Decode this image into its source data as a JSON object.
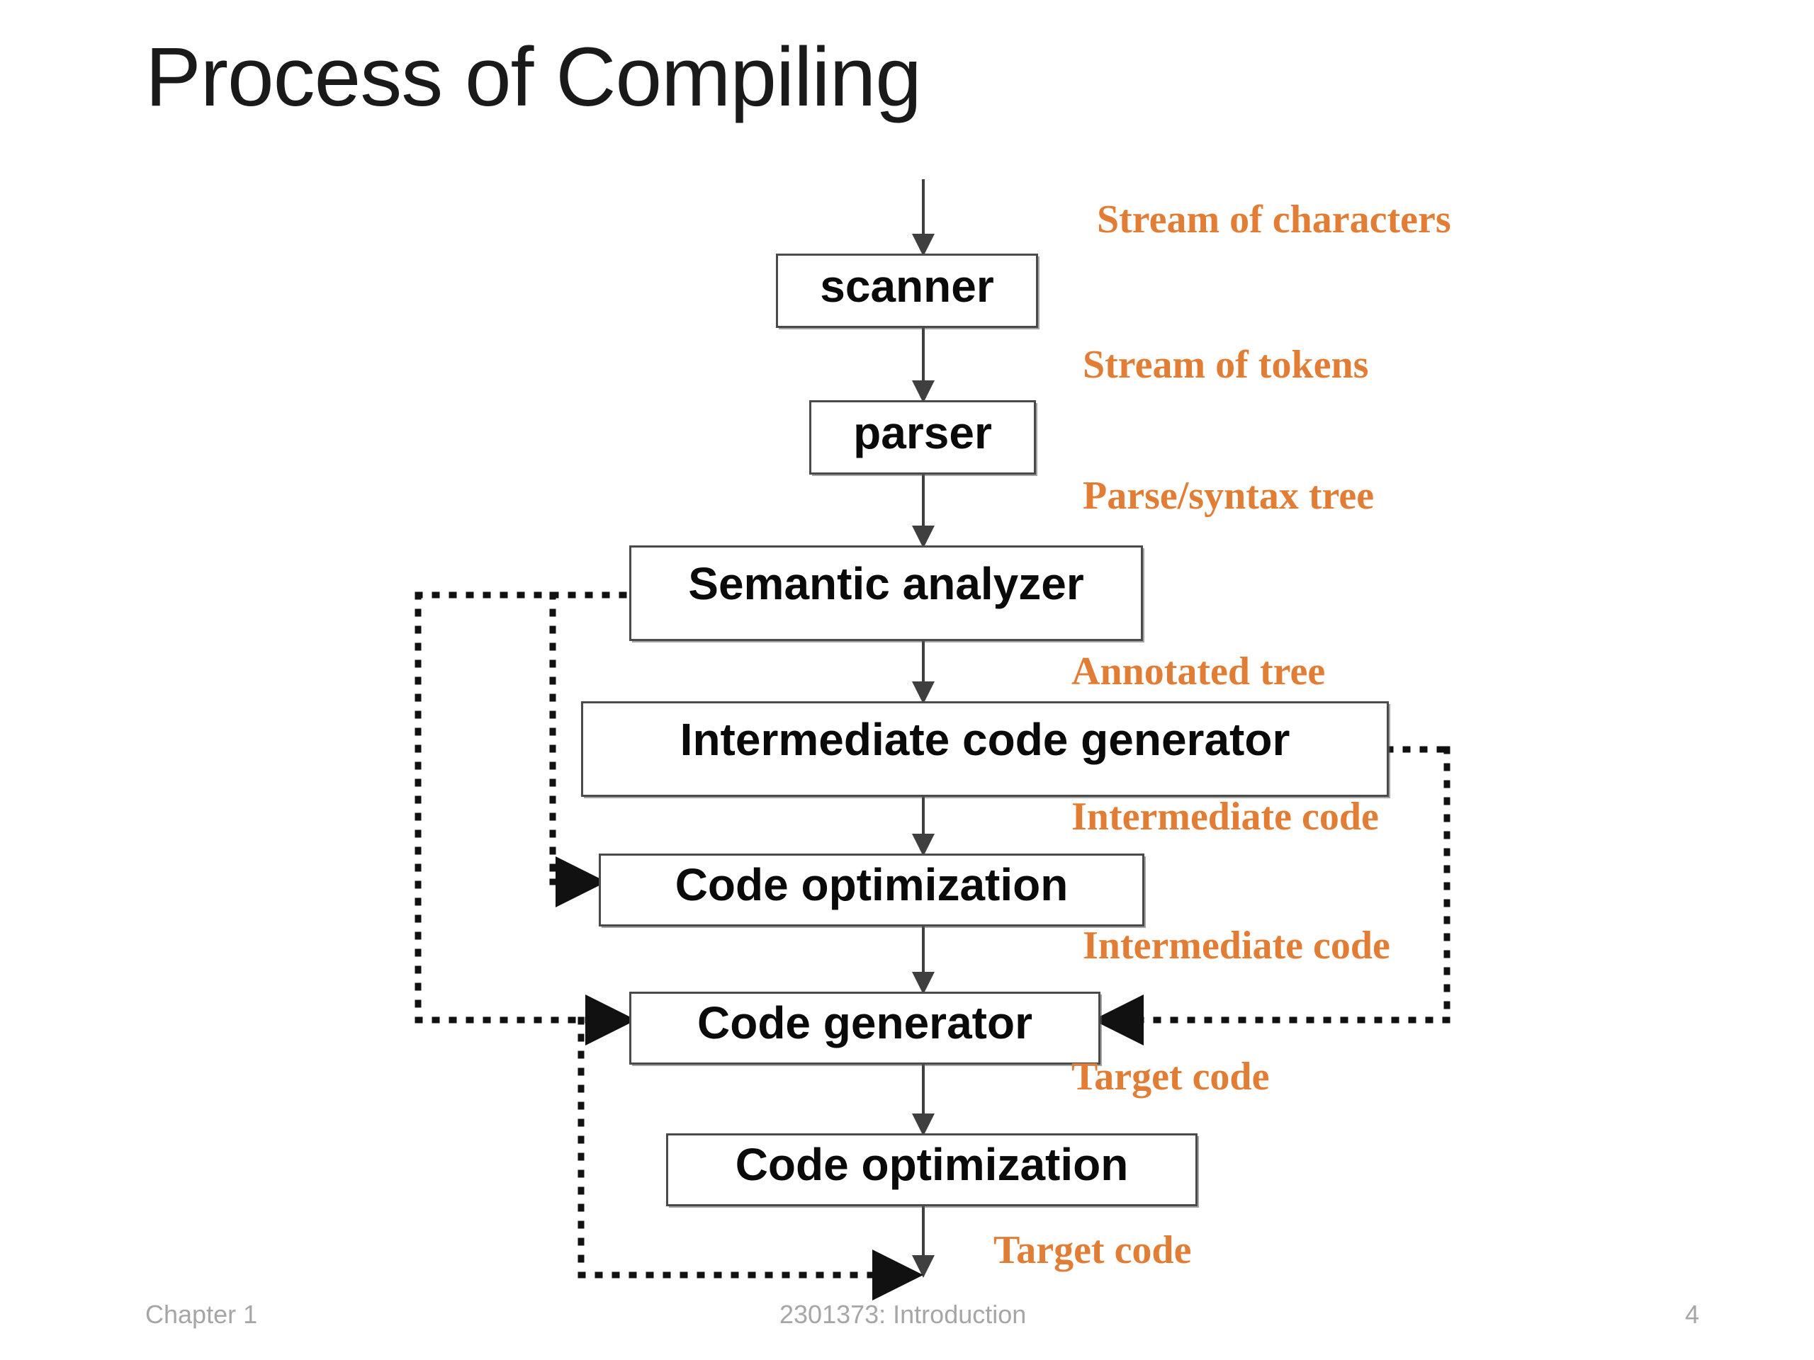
{
  "slide": {
    "title": "Process of Compiling",
    "background": "#ffffff",
    "accent_color": "#E27D35",
    "box_border_color": "#4a4a4a",
    "footer_color": "#a6a6a6"
  },
  "diagram": {
    "type": "flowchart",
    "orientation": "top-to-bottom",
    "nodes": [
      {
        "id": "scanner",
        "label": "scanner"
      },
      {
        "id": "parser",
        "label": "parser"
      },
      {
        "id": "semantic",
        "label": "Semantic analyzer"
      },
      {
        "id": "icodegen",
        "label": "Intermediate code generator"
      },
      {
        "id": "codeopt1",
        "label": "Code optimization"
      },
      {
        "id": "codegen",
        "label": "Code generator"
      },
      {
        "id": "codeopt2",
        "label": "Code optimization"
      }
    ],
    "edge_labels": [
      {
        "id": "lbl-characters",
        "text": "Stream of characters"
      },
      {
        "id": "lbl-tokens",
        "text": "Stream of tokens"
      },
      {
        "id": "lbl-parsetree",
        "text": "Parse/syntax tree"
      },
      {
        "id": "lbl-annotated",
        "text": "Annotated tree"
      },
      {
        "id": "lbl-intermediate1",
        "text": "Intermediate code"
      },
      {
        "id": "lbl-intermediate2",
        "text": "Intermediate code"
      },
      {
        "id": "lbl-target1",
        "text": "Target code"
      },
      {
        "id": "lbl-target2",
        "text": "Target code"
      }
    ],
    "solid_edges": [
      {
        "from": "input",
        "to": "scanner"
      },
      {
        "from": "scanner",
        "to": "parser"
      },
      {
        "from": "parser",
        "to": "semantic"
      },
      {
        "from": "semantic",
        "to": "icodegen"
      },
      {
        "from": "icodegen",
        "to": "codeopt1"
      },
      {
        "from": "codeopt1",
        "to": "codegen"
      },
      {
        "from": "codegen",
        "to": "codeopt2"
      },
      {
        "from": "codeopt2",
        "to": "output"
      }
    ],
    "dotted_edges": [
      {
        "from": "semantic",
        "to": "codeopt1",
        "style": "dotted"
      },
      {
        "from": "semantic",
        "to": "codegen",
        "style": "dotted"
      },
      {
        "from": "icodegen",
        "to": "codegen",
        "style": "dotted"
      },
      {
        "from": "codegen",
        "to": "output",
        "style": "dotted"
      }
    ]
  },
  "footer": {
    "left": "Chapter 1",
    "center": "2301373: Introduction",
    "page_number": "4"
  }
}
